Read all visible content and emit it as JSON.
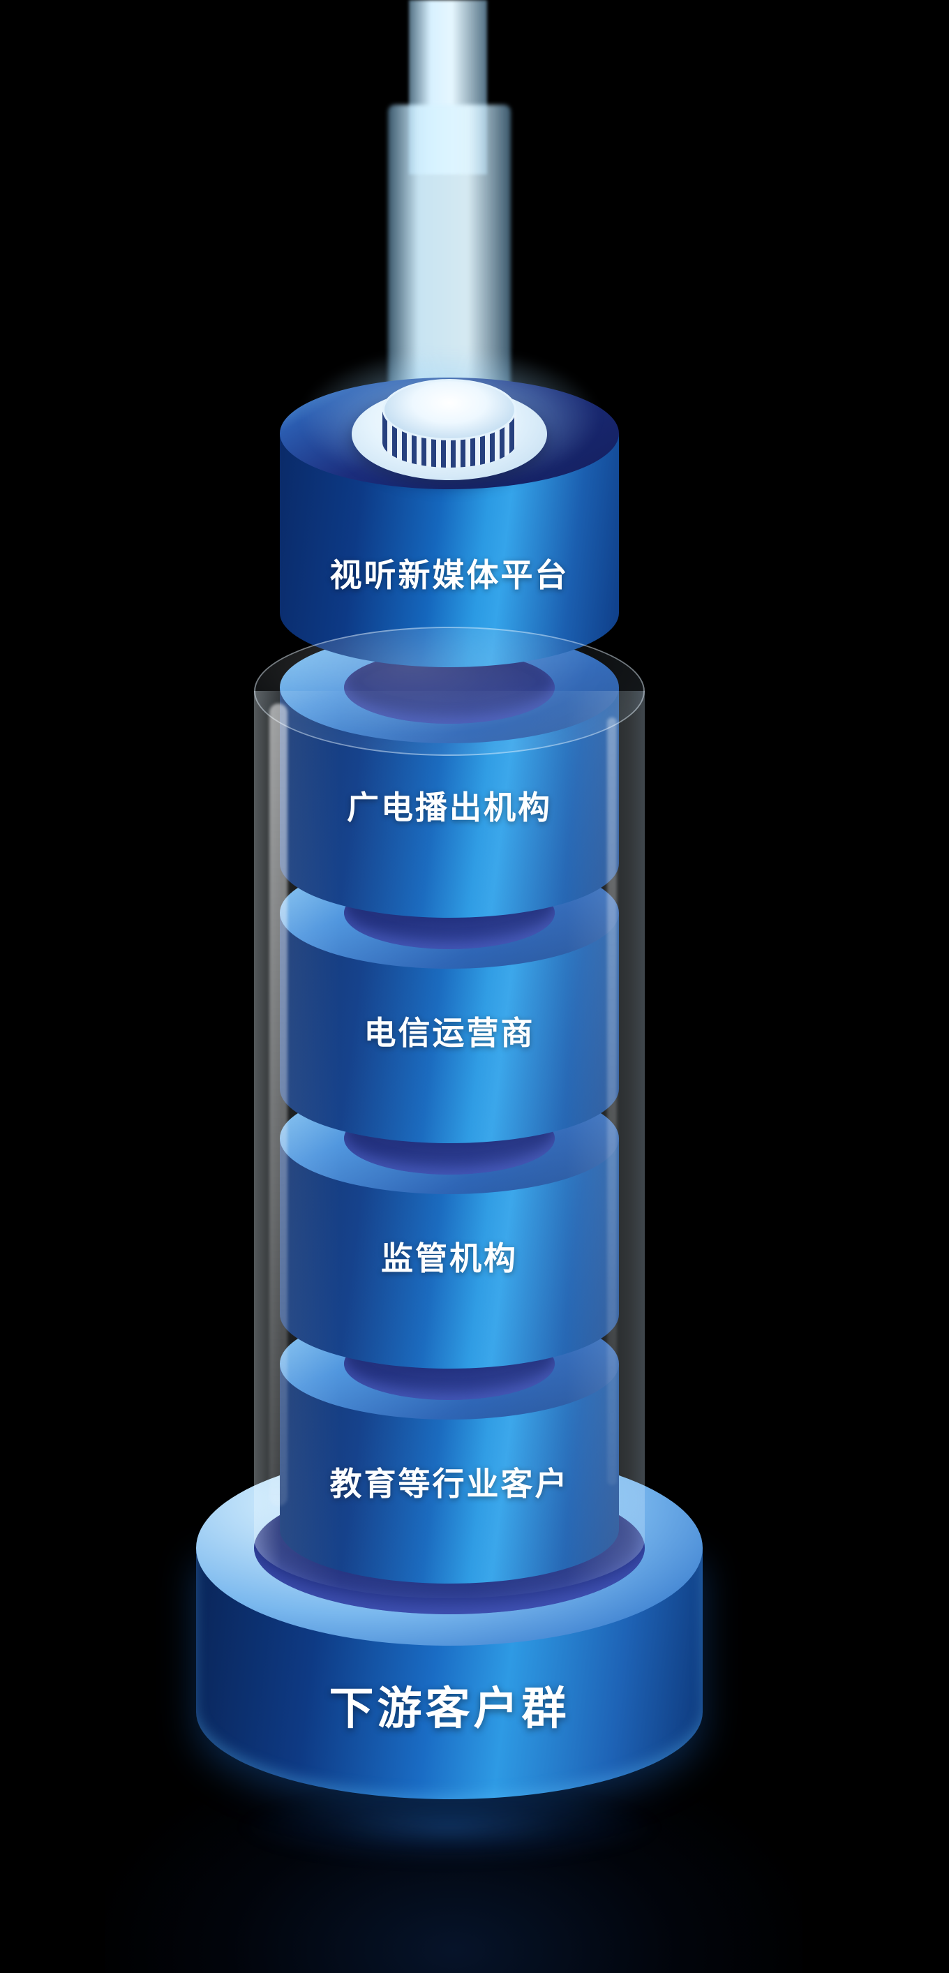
{
  "diagram": {
    "rings": [
      {
        "label": "视听新媒体平台"
      },
      {
        "label": "广电播出机构"
      },
      {
        "label": "电信运营商"
      },
      {
        "label": "监管机构"
      },
      {
        "label": "教育等行业客户"
      }
    ],
    "base": {
      "label": "下游客户群"
    },
    "colors": {
      "background": "#000000",
      "cylinder_dark": "#0a2a68",
      "cylinder_bright": "#2e9ae4",
      "rim_light": "#8ecdf5",
      "hole_dark": "#141f66",
      "beam_light": "#d8f1ff",
      "text": "#ffffff"
    }
  }
}
